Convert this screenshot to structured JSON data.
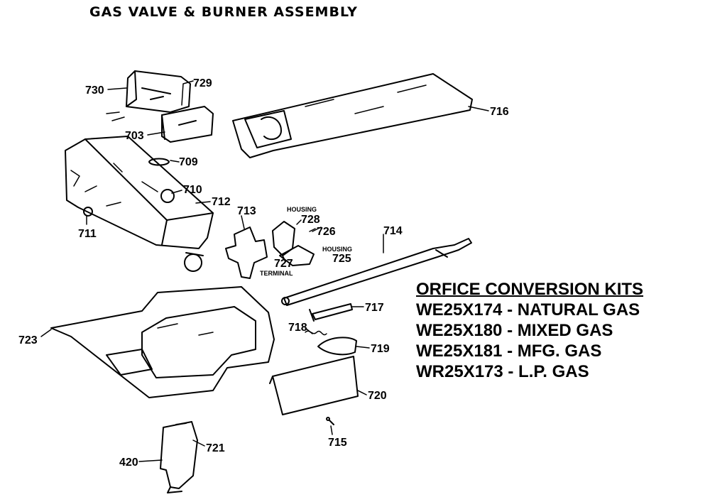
{
  "title": "GAS VALVE & BURNER ASSEMBLY",
  "callouts": {
    "p730": "730",
    "p729": "729",
    "p703": "703",
    "p709": "709",
    "p710": "710",
    "p712": "712",
    "p711": "711",
    "p716": "716",
    "p713": "713",
    "p728": "728",
    "p726": "726",
    "p725": "725",
    "p727": "727",
    "p714": "714",
    "p717": "717",
    "p718": "718",
    "p719": "719",
    "p720": "720",
    "p723": "723",
    "p715": "715",
    "p721": "721",
    "p420": "420"
  },
  "labels": {
    "housing_top": "HOUSING",
    "housing_bottom": "HOUSING",
    "terminal": "TERMINAL"
  },
  "kits": {
    "heading": "ORFICE CONVERSION KITS",
    "items": [
      "WE25X174 - NATURAL GAS",
      "WE25X180 - MIXED GAS",
      "WE25X181 - MFG. GAS",
      "WR25X173 - L.P. GAS"
    ]
  }
}
